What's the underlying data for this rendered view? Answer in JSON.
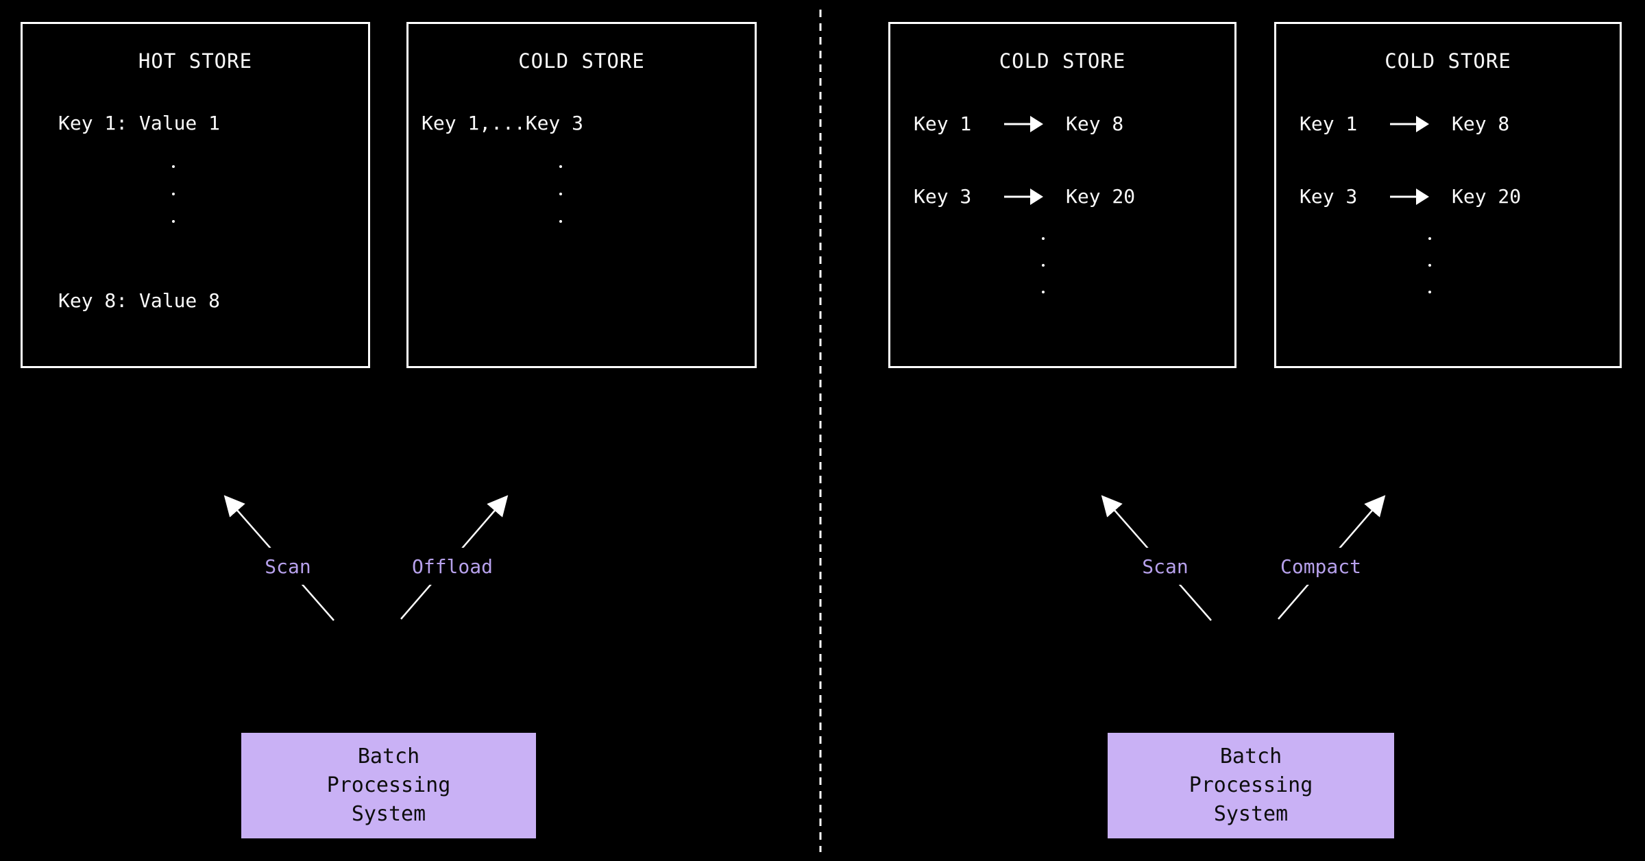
{
  "left": {
    "hot_store": {
      "title": "HOT STORE",
      "row_top": "Key 1: Value 1",
      "row_bottom": "Key 8: Value 8"
    },
    "cold_store": {
      "title": "COLD STORE",
      "row_top": "Key 1,...Key 3"
    },
    "scan_label": "Scan",
    "offload_label": "Offload",
    "batch": {
      "line1": "Batch",
      "line2": "Processing",
      "line3": "System"
    }
  },
  "right": {
    "cold_store_a": {
      "title": "COLD STORE",
      "map1_from": "Key 1",
      "map1_to": "Key 8",
      "map2_from": "Key 3",
      "map2_to": "Key 20"
    },
    "cold_store_b": {
      "title": "COLD STORE",
      "map1_from": "Key 1",
      "map1_to": "Key 8",
      "map2_from": "Key 3",
      "map2_to": "Key 20"
    },
    "scan_label": "Scan",
    "compact_label": "Compact",
    "batch": {
      "line1": "Batch",
      "line2": "Processing",
      "line3": "System"
    }
  },
  "colors": {
    "background": "#000000",
    "line": "#ffffff",
    "text": "#fafafa",
    "accent_purple": "#b7a1ec",
    "batch_fill": "#c9b1f5"
  }
}
